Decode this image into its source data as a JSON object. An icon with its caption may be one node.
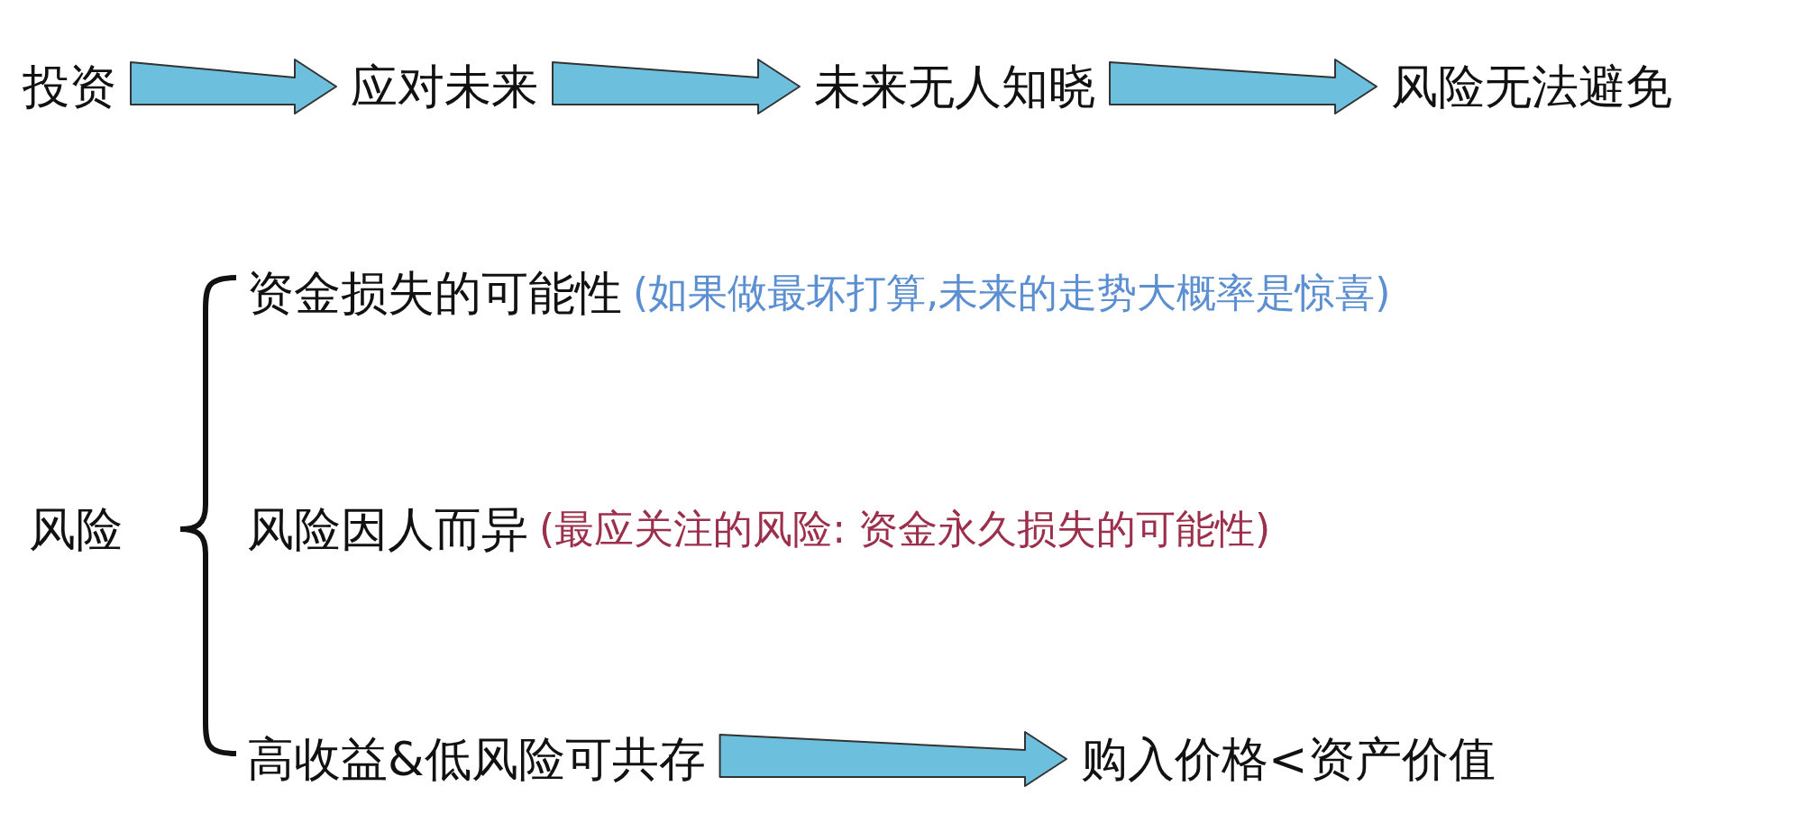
{
  "diagram": {
    "nodes": [
      {
        "text": [
          "投资"
        ]
      },
      {
        "text": [
          "应对未来"
        ]
      },
      {
        "text": [
          "未来无人知晓"
        ]
      },
      {
        "text": [
          "风险无法避免"
        ]
      },
      {
        "text": [
          "风险"
        ]
      },
      {
        "text": [
          "资金损失的可能性"
        ],
        "beside": [
          "(如果做最坏打算,未来的走势大概率是惊喜)"
        ]
      },
      {
        "text": [
          "风险因人而异"
        ],
        "beside": [
          "(最应关注的风险: 资金永久损失的可能性)"
        ]
      },
      {
        "text": [
          "高收益&低风险可共存"
        ]
      },
      {
        "text": [
          "购入价格<资产价值"
        ]
      }
    ],
    "edges": [
      {
        "from": 0,
        "to": 1,
        "arrow": "to"
      },
      {
        "from": 1,
        "to": 2,
        "arrow": "to"
      },
      {
        "from": 2,
        "to": 3,
        "arrow": "to"
      },
      {
        "from": 7,
        "to": 8,
        "arrow": "to"
      }
    ]
  }
}
